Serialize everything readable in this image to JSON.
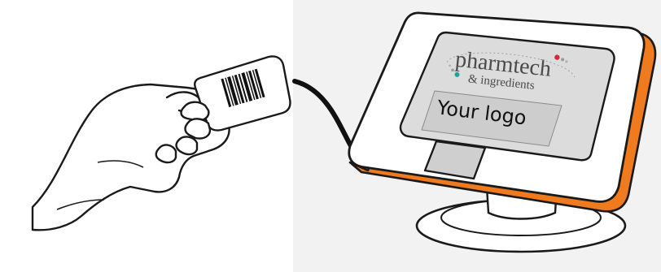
{
  "brand": {
    "name": "pharmtech",
    "subtitle": "& ingredients"
  },
  "screen": {
    "logo_placeholder": "Your logo"
  },
  "icons": {
    "hand": "hand-holding-card-icon",
    "card": "barcode-card-icon",
    "arrow": "curved-arrow-icon",
    "terminal": "kiosk-terminal-icon",
    "scanner": "card-reader-icon"
  },
  "colors": {
    "accent": "#f07a1e",
    "outline": "#1a1a1a",
    "screen_bg": "#d9d9d9",
    "logo_box": "#cfcfcf",
    "brand_text": "#4a4a4a",
    "brand_dot_red": "#d22a3c",
    "brand_dot_teal": "#1ba3a0"
  }
}
